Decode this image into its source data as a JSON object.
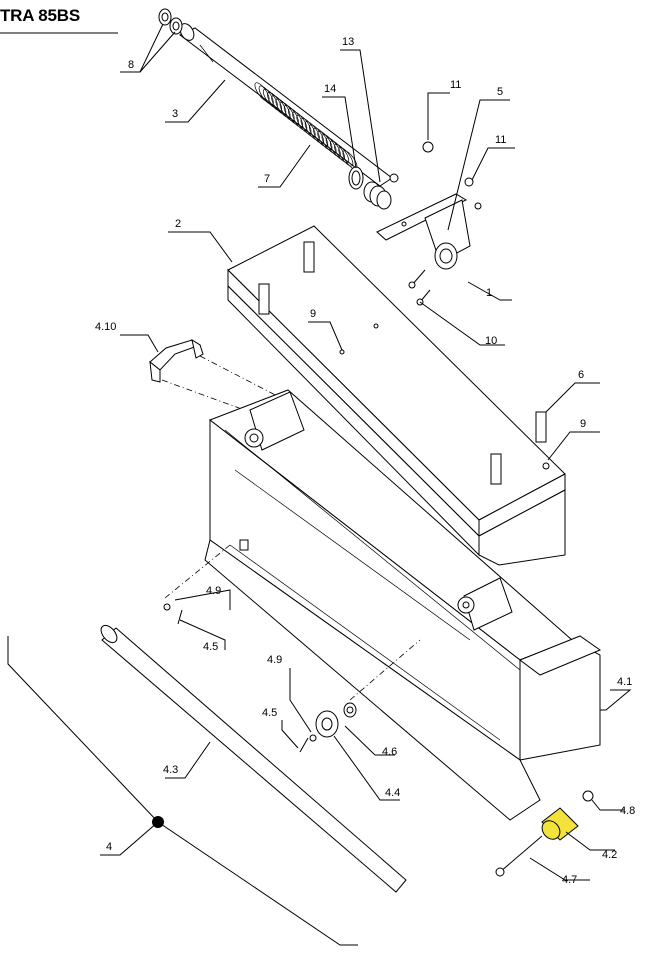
{
  "header": {
    "title": "TRA 85BS"
  },
  "labels": {
    "l1": "1",
    "l2": "2",
    "l3": "3",
    "l4": "4",
    "l41": "4.1",
    "l42": "4.2",
    "l43": "4.3",
    "l44": "4.4",
    "l45a": "4.5",
    "l45b": "4.5",
    "l46": "4.6",
    "l47": "4.7",
    "l48": "4.8",
    "l49a": "4.9",
    "l49b": "4.9",
    "l410": "4.10",
    "l5": "5",
    "l6": "6",
    "l7": "7",
    "l8": "8",
    "l9a": "9",
    "l9b": "9",
    "l10": "10",
    "l11a": "11",
    "l11b": "11",
    "l13": "13",
    "l14": "14"
  },
  "colors": {
    "highlight": "#f2e23a",
    "line": "#000000"
  }
}
